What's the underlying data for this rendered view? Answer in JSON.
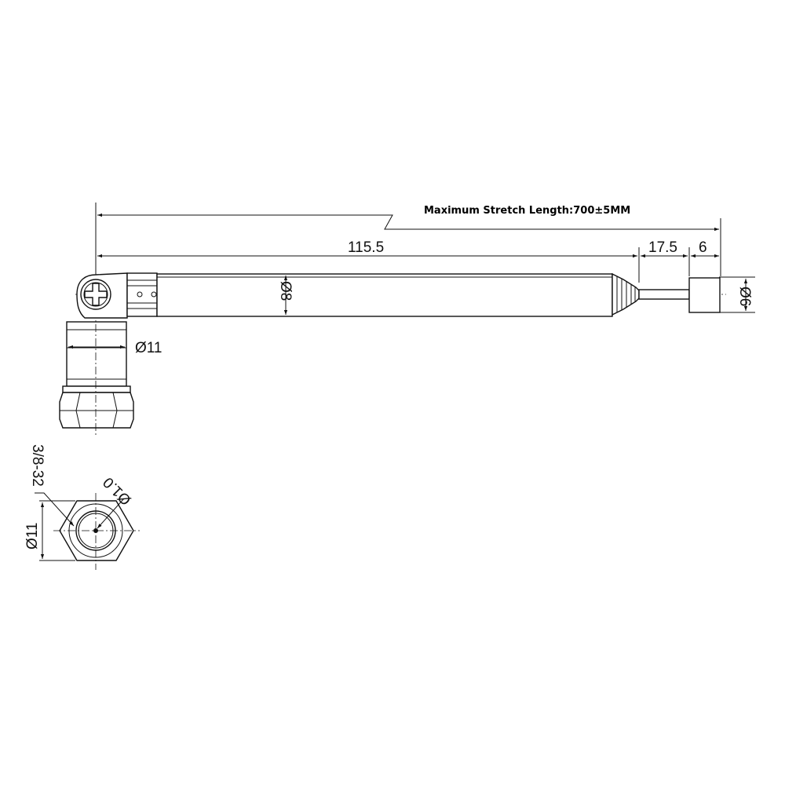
{
  "drawing": {
    "note": "Maximum Stretch Length:700±5MM",
    "dimensions": {
      "length_main": "115.5",
      "length_tip_rod": "17.5",
      "length_tip_cap": "6",
      "diameter_tube": "Ø8",
      "diameter_cap": "Ø6",
      "diameter_connector_side": "Ø11",
      "diameter_connector_end": "Ø11",
      "diameter_pin": "Ø1.0",
      "thread": "3/8-32"
    }
  }
}
